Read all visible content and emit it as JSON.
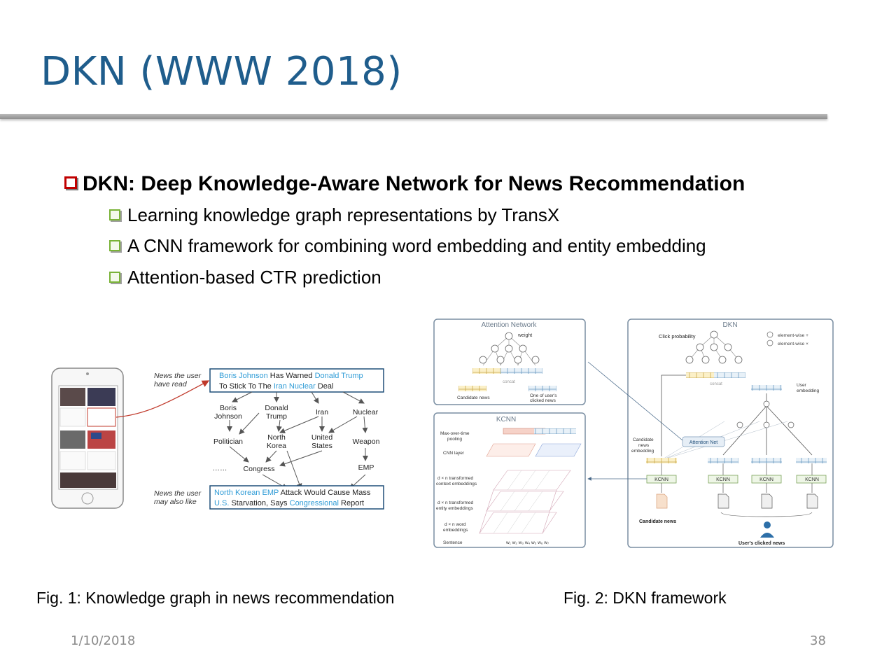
{
  "slide": {
    "title": "DKN (WWW 2018)",
    "main_bullet": "DKN: Deep Knowledge-Aware Network for News Recommendation",
    "sub_bullets": [
      "Learning knowledge graph representations by TransX",
      "A CNN framework for combining word embedding and entity embedding",
      "Attention-based CTR prediction"
    ],
    "footer_date": "1/10/2018",
    "page_number": "38"
  },
  "fig1": {
    "caption": "Fig. 1: Knowledge graph in news recommendation",
    "read_label_1": "News the user",
    "read_label_2": "have read",
    "like_label_1": "News the user",
    "like_label_2": "may also like",
    "headline1_a": "Boris Johnson",
    "headline1_b": " Has Warned ",
    "headline1_c": "Donald Trump",
    "headline1_d": "To Stick To The ",
    "headline1_e": "Iran Nuclear",
    "headline1_f": " Deal",
    "nodes": {
      "boris_1": "Boris",
      "boris_2": "Johnson",
      "donald_1": "Donald",
      "donald_2": "Trump",
      "iran": "Iran",
      "nuclear": "Nuclear",
      "politician": "Politician",
      "nk_1": "North",
      "nk_2": "Korea",
      "us_1": "United",
      "us_2": "States",
      "weapon": "Weapon",
      "ellipsis": "……",
      "congress": "Congress",
      "emp": "EMP"
    },
    "headline2_a": "North Korean EMP",
    "headline2_b": " Attack Would Cause Mass",
    "headline2_c": "U.S.",
    "headline2_d": " Starvation, Says ",
    "headline2_e": "Congressional",
    "headline2_f": " Report"
  },
  "fig2": {
    "caption": "Fig. 2: DKN framework",
    "attention_title": "Attention Network",
    "weight": "weight",
    "concat": "concat",
    "candidate_news": "Candidate news",
    "clicked_1": "One of user's",
    "clicked_2": "clicked news",
    "kcnn_title": "KCNN",
    "max_pool_1": "Max-over-time",
    "max_pool_2": "pooling",
    "cnn_layer": "CNN layer",
    "ctx_1": "d × n transformed",
    "ctx_2": "context embeddings",
    "ent_1": "d × n transformed",
    "ent_2": "entity embeddings",
    "word_1": "d × n word",
    "word_2": "embeddings",
    "sentence": "Sentence",
    "words": "w₁ w₂ w₃ w₄ w₅ w₆ w₇",
    "dkn_title": "DKN",
    "click_prob": "Click probability",
    "legend_plus": "element-wise +",
    "legend_times": "element-wise ×",
    "dkn_concat": "concat",
    "user_emb_1": "User",
    "user_emb_2": "embedding",
    "cand_emb_1": "Candidate",
    "cand_emb_2": "news",
    "cand_emb_3": "embedding",
    "attention_net": "Attention Net",
    "kcnn": "KCNN",
    "candidate_news_bottom": "Candidate news",
    "users_clicked": "User's clicked news"
  },
  "colors": {
    "title": "#1f5d8c",
    "bullet_red": "#c00000",
    "bullet_green": "#79b337",
    "entity_blue": "#2e9bd6",
    "box_border": "#1f4e79"
  }
}
